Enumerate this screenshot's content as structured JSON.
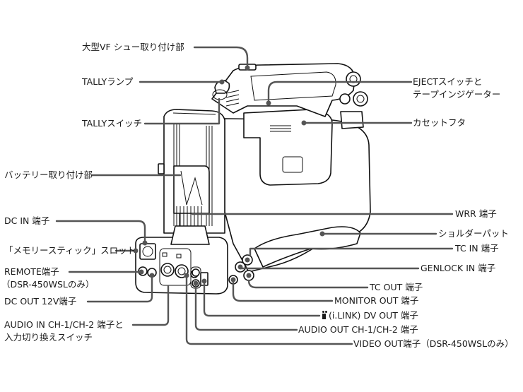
{
  "diagram": {
    "subject": "camcorder-rear-view",
    "leader_color": "#555555",
    "labels_left": {
      "vf_shoe": "大型VF シュー取り付け部",
      "tally_lamp": "TALLYランプ",
      "tally_switch": "TALLYスイッチ",
      "battery_mount": "バッテリー取り付け部",
      "dc_in": "DC IN 端子",
      "memory_stick_slot": "「メモリースティック」スロット",
      "remote_line1": "REMOTE端子",
      "remote_line2": "（DSR-450WSLのみ）",
      "dc_out": "DC OUT 12V端子",
      "audio_in_line1": "AUDIO IN CH-1/CH-2 端子と",
      "audio_in_line2": "入力切り換えスイッチ"
    },
    "labels_right": {
      "eject_line1": "EJECTスイッチと",
      "eject_line2": "テープインジゲーター",
      "cassette_lid": "カセットフタ",
      "wrr": "WRR 端子",
      "shoulder_pad": "ショルダーパット",
      "tc_in": "TC IN 端子",
      "genlock_in": "GENLOCK IN 端子",
      "tc_out": "TC OUT 端子",
      "monitor_out": "MONITOR OUT 端子",
      "ilink_dv_out": "(i.LINK) DV OUT 端子",
      "ilink_icon": "ilink-icon",
      "audio_out": "AUDIO OUT CH-1/CH-2 端子",
      "video_out": "VIDEO OUT端子（DSR-450WSLのみ）"
    }
  }
}
